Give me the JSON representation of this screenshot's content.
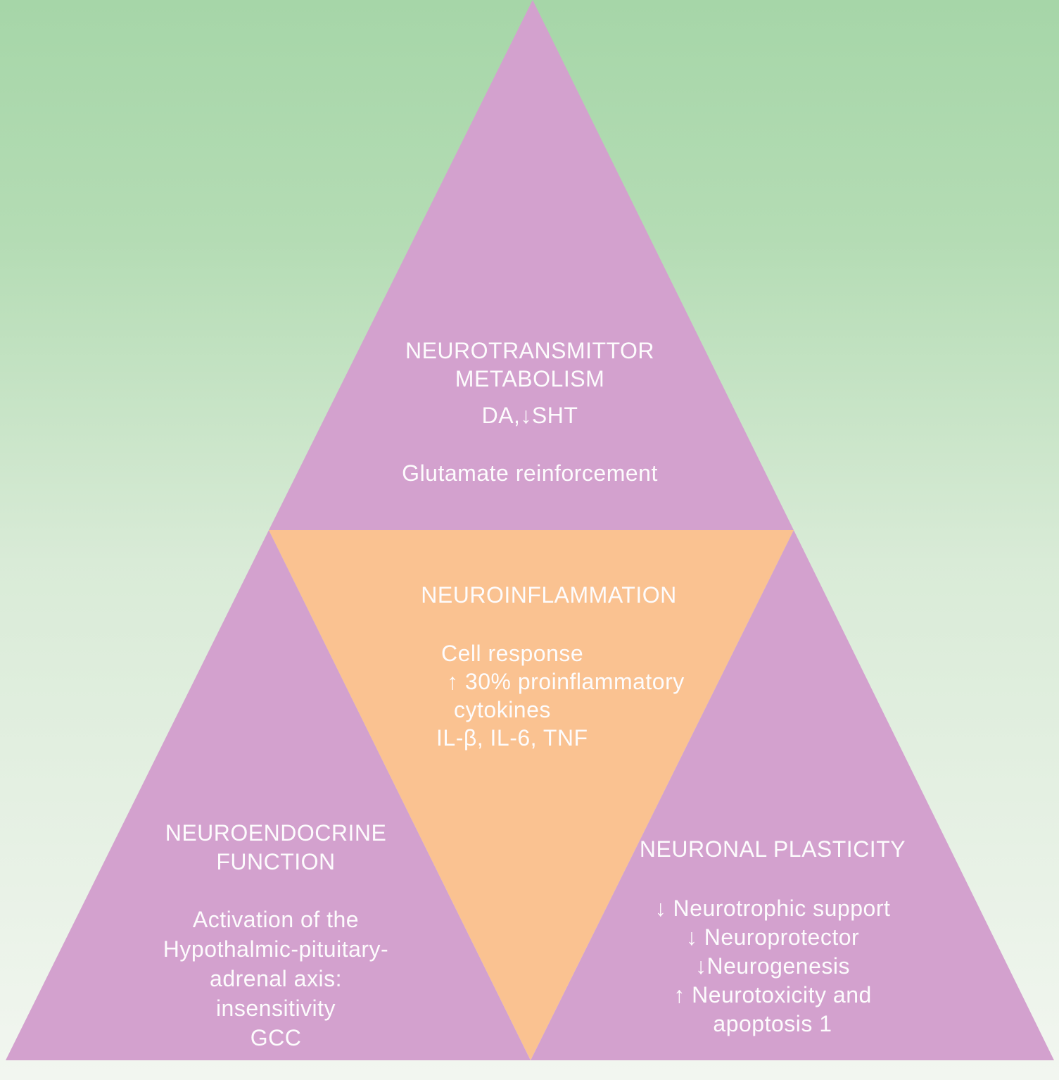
{
  "colors": {
    "background_top": "#a6d6a8",
    "background_upper_mid": "#b4dcb4",
    "background_mid": "#d9ebd7",
    "background_bottom": "#f2f6f0",
    "pink": "#d3a1ce",
    "orange": "#fac291",
    "text": "#fdfcfd"
  },
  "regions": {
    "top": {
      "title_lines": [
        "NEUROTRANSMITTOR",
        "METABOLISM"
      ],
      "items": [
        "DA,↓SHT",
        "Glutamate reinforcement"
      ]
    },
    "center": {
      "title_lines": [
        "NEUROINFLAMMATION"
      ],
      "items": [
        "Cell response",
        "↑ 30% proinflammatory",
        "cytokines",
        "IL-β, IL-6, TNF"
      ]
    },
    "bottom_left": {
      "title_lines": [
        "NEUROENDOCRINE",
        "FUNCTION"
      ],
      "items": [
        "Activation of the",
        "Hypothalmic-pituitary-",
        "adrenal axis:",
        "insensitivity",
        "GCC"
      ]
    },
    "bottom_right": {
      "title_lines": [
        "NEURONAL PLASTICITY"
      ],
      "items": [
        "↓ Neurotrophic support",
        "↓ Neuroprotector",
        "↓Neurogenesis",
        "↑ Neurotoxicity and",
        "apoptosis 1"
      ]
    }
  }
}
